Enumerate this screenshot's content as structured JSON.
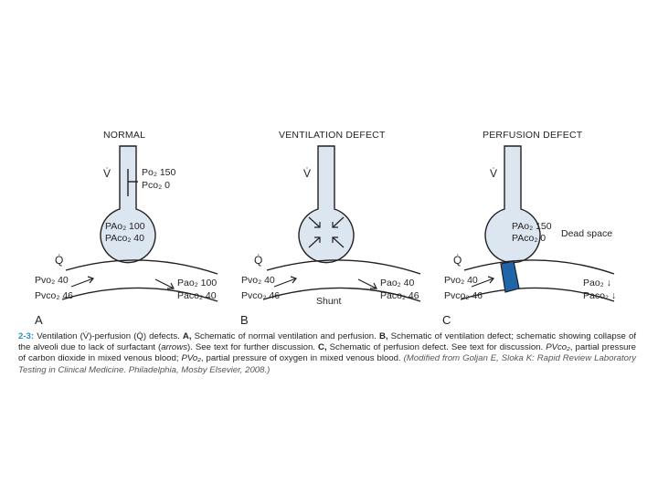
{
  "colors": {
    "vessel_fill": "#dbe6f1",
    "ink": "#231f20",
    "caption_accent": "#2a8fc5",
    "occlusion": "#1f66a8"
  },
  "panels": [
    {
      "header": "NORMAL",
      "letter": "A",
      "airway_v": "V̇",
      "airway_top": "Po₂ 150",
      "airway_bottom": "Pco₂ 0",
      "alveolus_top": "PAo₂ 100",
      "alveolus_bottom": "PAco₂ 40",
      "blood_q": "Q̇",
      "venous_top": "Pvo₂ 40",
      "venous_bottom": "Pvco₂ 46",
      "arterial_top": "Pao₂ 100",
      "arterial_bottom": "Paco₂ 40"
    },
    {
      "header": "VENTILATION DEFECT",
      "letter": "B",
      "airway_v": "V̇",
      "blood_q": "Q̇",
      "venous_top": "Pvo₂ 40",
      "venous_bottom": "Pvco₂ 46",
      "arterial_top": "Pao₂ 40",
      "arterial_bottom": "Paco₂ 46",
      "shunt_label": "Shunt"
    },
    {
      "header": "PERFUSION DEFECT",
      "letter": "C",
      "airway_v": "V̇",
      "alveolus_top": "PAo₂ 150",
      "alveolus_bottom": "PAco₂ 0",
      "dead_space_label": "Dead space",
      "blood_q": "Q̇",
      "venous_top": "Pvo₂ 40",
      "venous_bottom": "Pvco₂ 46",
      "arterial_top": "Pao₂ ↓",
      "arterial_bottom": "Paco₂ ↓"
    }
  ],
  "caption": {
    "fig_id": "2-3:",
    "part1": " Ventilation (V̇)-perfusion (Q̇) defects. ",
    "a_label": "A,",
    "a_text": " Schematic of normal ventilation and perfusion. ",
    "b_label": "B,",
    "b_text": " Schematic of ventilation defect; schematic showing collapse of the alveoli due to lack of surfactant (",
    "arrows": "arrows",
    "b_text2": "). See text for further discussion. ",
    "c_label": "C,",
    "c_text": " Schematic of perfusion defect. See text for discussion. ",
    "pvco2": "PVco₂",
    "pvco2_text": ", partial pressure of carbon dioxide in mixed venous blood; ",
    "pvo2": "PVo₂",
    "pvo2_text": ", partial pressure of oxygen in mixed venous blood. ",
    "source": "(Modified from Goljan E, Sloka K: Rapid Review Laboratory Testing in Clinical Medicine. Philadelphia, Mosby Elsevier, 2008.)"
  }
}
